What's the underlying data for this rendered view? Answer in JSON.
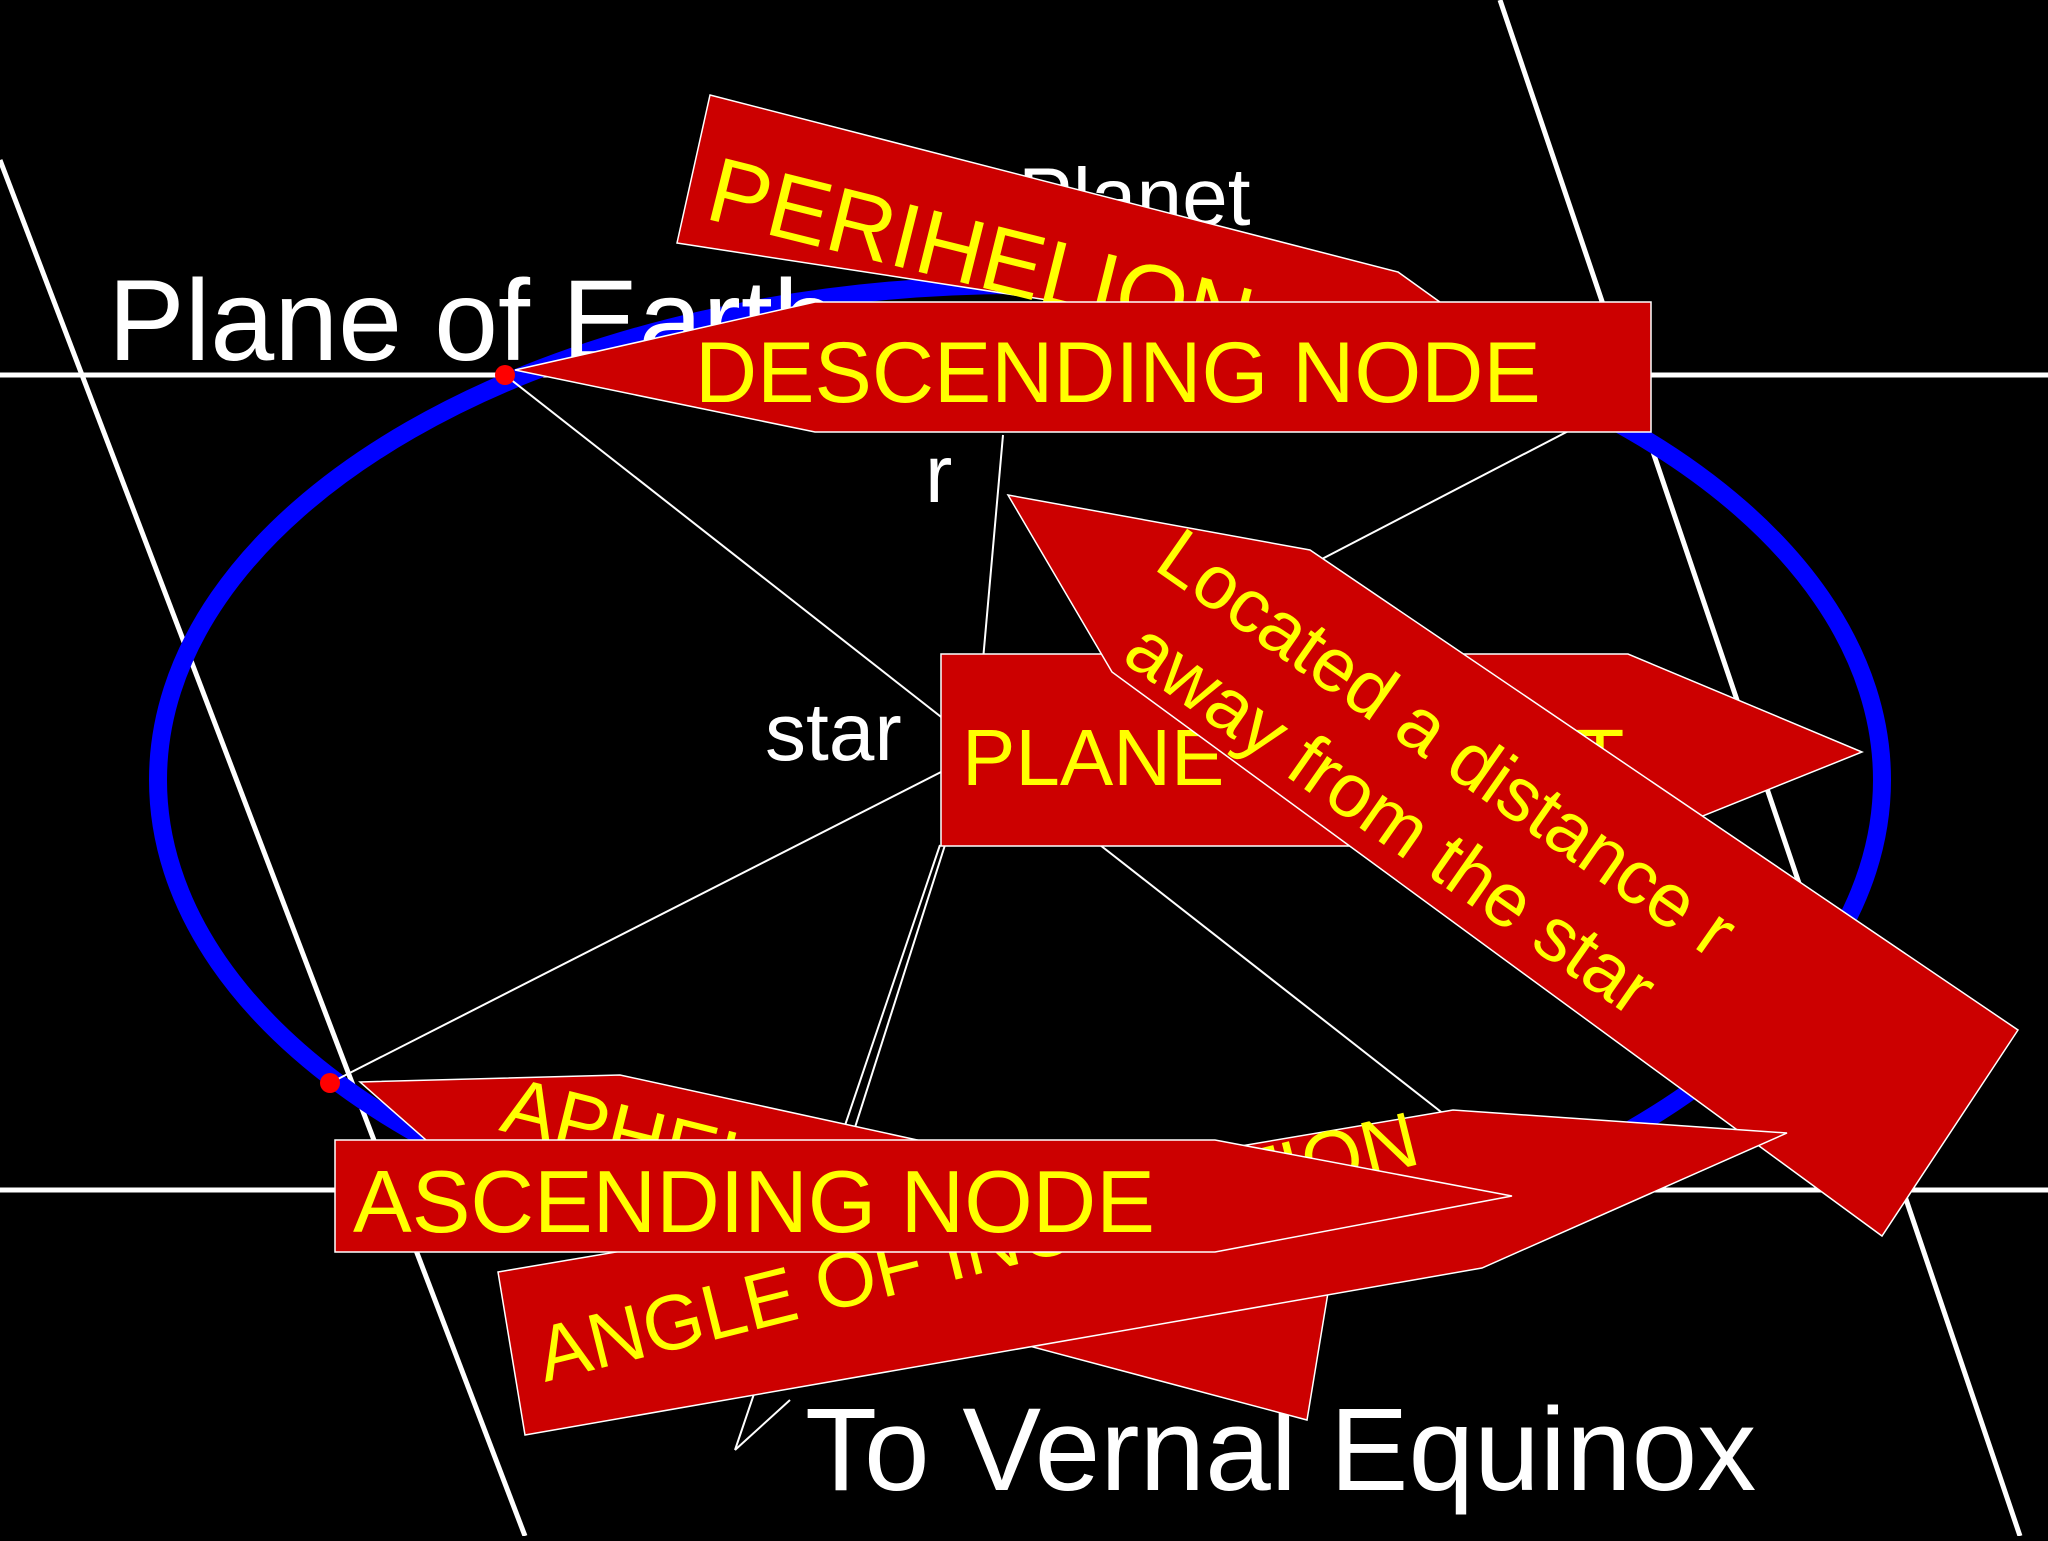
{
  "labels": {
    "plane_of_earth": "Plane of Earth",
    "planet": "Planet",
    "r": "r",
    "star": "star",
    "vernal_equinox": "To Vernal Equinox"
  },
  "callouts": {
    "perihelion": "PERIHELION",
    "descending_node": "DESCENDING NODE",
    "plane_of_orbit": "PLANE OF ORBIT",
    "distance_line1": "Located a distance r",
    "distance_line2": "away from the star",
    "aphelion": "APHELION",
    "ascending_node": "ASCENDING NODE",
    "angle_of_inclination": "ANGLE OF INCLINATION"
  },
  "colors": {
    "background": "#000000",
    "orbit": "#0000ff",
    "callout_fill": "#cc0000",
    "callout_text": "#ffff00",
    "lines": "#ffffff",
    "node_dots": "#ff0000"
  }
}
